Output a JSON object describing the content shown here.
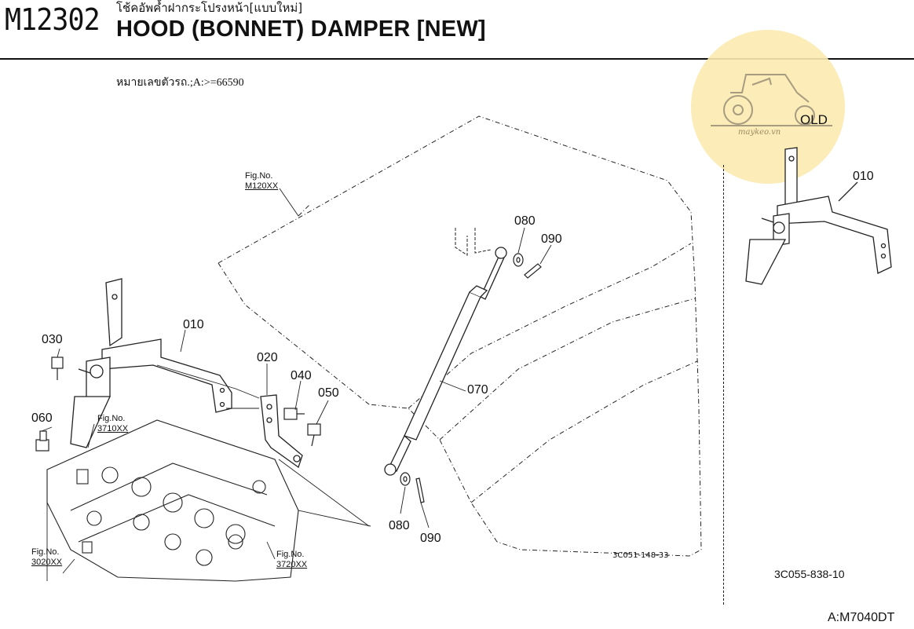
{
  "header": {
    "code": "M12302",
    "title_thai": "โช้คอัพค้ำฝากระโปรงหน้า[แบบใหม่]",
    "title_en": "HOOD (BONNET) DAMPER [NEW]",
    "serial_note": "หมายเลขตัวรถ.;A:>=66590"
  },
  "watermark": {
    "text": "maykeo.vn",
    "color": "#fbeab0"
  },
  "old_label": "OLD",
  "callouts": {
    "c010_main": "010",
    "c010_old": "010",
    "c020": "020",
    "c030": "030",
    "c040": "040",
    "c050": "050",
    "c060": "060",
    "c070": "070",
    "c080_top": "080",
    "c080_bot": "080",
    "c090_top": "090",
    "c090_bot": "090"
  },
  "figure_refs": {
    "m120": {
      "label": "Fig.No.",
      "num": "M120XX"
    },
    "f3710": {
      "label": "Fig.No.",
      "num": "3710XX"
    },
    "f3020": {
      "label": "Fig.No.",
      "num": "3020XX"
    },
    "f3720": {
      "label": "Fig.No.",
      "num": "3720XX"
    }
  },
  "image_codes": {
    "left": "3C051-148-33",
    "right": "3C055-838-10"
  },
  "model": "A:M7040DT"
}
